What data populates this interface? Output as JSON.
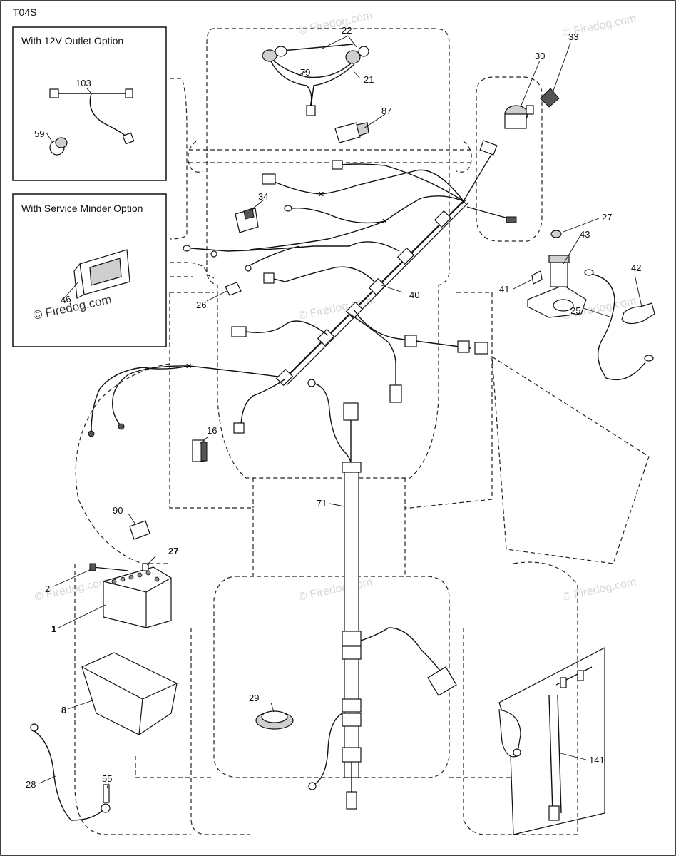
{
  "diagram_code": "T04S",
  "watermark": "© Firedog.com",
  "boxes": {
    "outlet_option": {
      "title": "With 12V Outlet Option"
    },
    "service_minder": {
      "title": "With Service Minder Option",
      "watermark": "© Firedog.com"
    }
  },
  "callouts": {
    "c1": "1",
    "c2": "2",
    "c8": "8",
    "c16": "16",
    "c21": "21",
    "c22": "22",
    "c25": "25",
    "c26": "26",
    "c27a": "27",
    "c27b": "27",
    "c28": "28",
    "c29": "29",
    "c30": "30",
    "c33": "33",
    "c34": "34",
    "c40": "40",
    "c41": "41",
    "c42": "42",
    "c43": "43",
    "c46": "46",
    "c55": "55",
    "c59": "59",
    "c71": "71",
    "c79": "79",
    "c87": "87",
    "c90": "90",
    "c103": "103",
    "c141": "141"
  }
}
